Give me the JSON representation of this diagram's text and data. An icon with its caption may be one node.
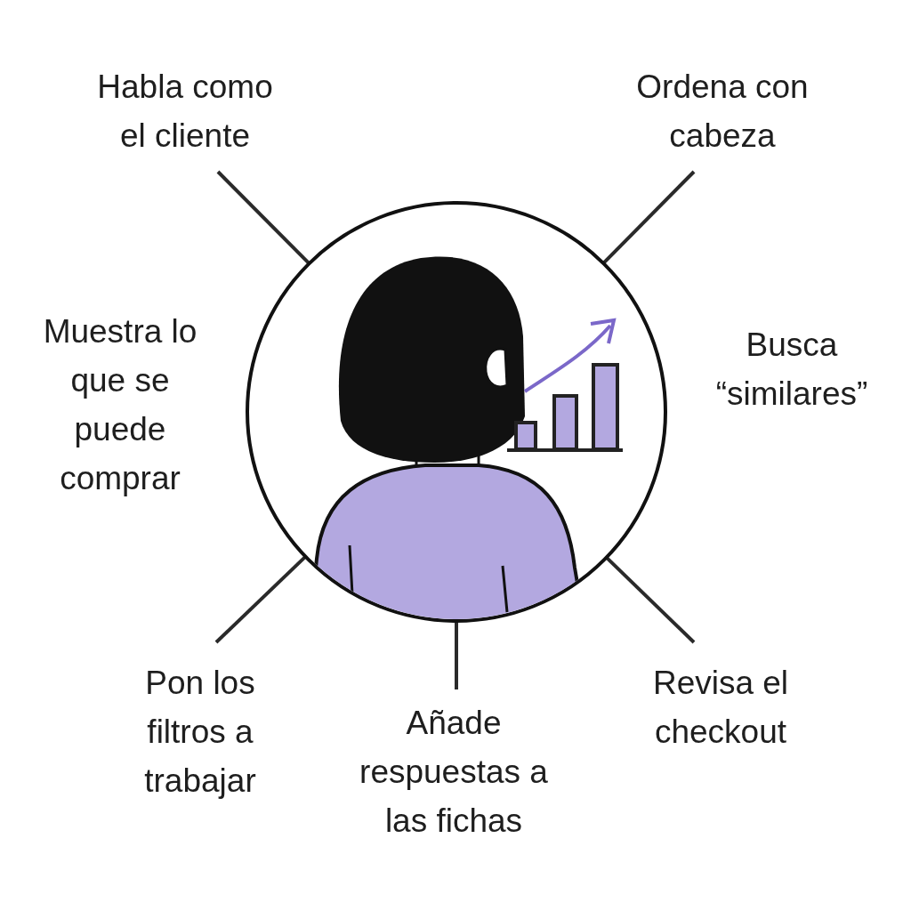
{
  "diagram": {
    "nodes": [
      {
        "text": [],
        "shape": "picture"
      },
      {
        "text": [
          "Habla como el cliente"
        ]
      },
      {
        "text": [
          "Ordena con cabeza"
        ]
      },
      {
        "text": [
          "Pon los filtros a trabajar"
        ]
      },
      {
        "text": [
          "Añade respuestas a las fichas"
        ]
      },
      {
        "text": [
          "Revisa el checkout"
        ]
      }
    ],
    "edges": [
      {
        "from": 1,
        "to": 0,
        "arrow": "none"
      },
      {
        "from": 2,
        "to": 0,
        "arrow": "none"
      },
      {
        "from": 3,
        "to": 0,
        "arrow": "none"
      },
      {
        "from": 4,
        "to": 0,
        "arrow": "none"
      },
      {
        "from": 5,
        "to": 0,
        "arrow": "none"
      }
    ],
    "labels": [
      "Muestra lo que se puede comprar",
      "Busca “similares”"
    ]
  }
}
